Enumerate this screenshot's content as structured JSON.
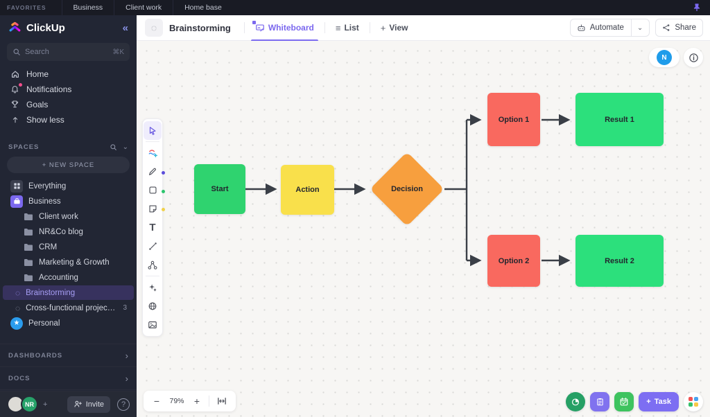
{
  "topbar": {
    "favorites_label": "FAVORITES",
    "items": [
      "Business",
      "Client work",
      "Home base"
    ]
  },
  "sidebar": {
    "brand": "ClickUp",
    "collapse_glyph": "«",
    "search_placeholder": "Search",
    "search_shortcut": "⌘K",
    "nav": [
      {
        "label": "Home",
        "icon": "home-icon"
      },
      {
        "label": "Notifications",
        "icon": "bell-icon",
        "has_badge": true
      },
      {
        "label": "Goals",
        "icon": "trophy-icon"
      },
      {
        "label": "Show less",
        "icon": "arrow-up-icon"
      }
    ],
    "spaces_header": "SPACES",
    "new_space_label": "+ NEW SPACE",
    "items": [
      {
        "label": "Everything",
        "icon": "grid-icon"
      },
      {
        "label": "Business",
        "icon": "briefcase-icon",
        "icon_bg": "#7b68ee"
      },
      {
        "label": "Client work",
        "icon": "folder-icon"
      },
      {
        "label": "NR&Co blog",
        "icon": "folder-icon"
      },
      {
        "label": "CRM",
        "icon": "folder-icon"
      },
      {
        "label": "Marketing & Growth",
        "icon": "folder-icon"
      },
      {
        "label": "Accounting",
        "icon": "folder-icon"
      },
      {
        "label": "Brainstorming",
        "icon": "whiteboard-doc-icon",
        "active": true
      },
      {
        "label": "Cross-functional project plan",
        "icon": "doc-icon",
        "count": "3"
      },
      {
        "label": "Personal",
        "icon": "star-icon",
        "icon_bg": "#2b9ced"
      }
    ],
    "sections": [
      {
        "label": "DASHBOARDS"
      },
      {
        "label": "DOCS"
      }
    ],
    "footer": {
      "avatar_initials": "NR",
      "invite_label": "Invite",
      "help_glyph": "?"
    }
  },
  "viewbar": {
    "title": "Brainstorming",
    "tabs": [
      {
        "label": "Whiteboard",
        "icon": "whiteboard-icon",
        "active": true
      },
      {
        "label": "List",
        "icon": "list-icon"
      },
      {
        "label": "View",
        "icon": "plus-icon"
      }
    ],
    "automate_label": "Automate",
    "share_label": "Share"
  },
  "toolbar": {
    "tools": [
      {
        "name": "select",
        "icon": "cursor-icon",
        "active": true
      },
      {
        "name": "templates",
        "icon": "templates-icon"
      },
      {
        "name": "pen",
        "icon": "pen-icon"
      },
      {
        "name": "shape",
        "icon": "square-icon"
      },
      {
        "name": "sticky-note",
        "icon": "sticky-note-icon"
      },
      {
        "name": "text",
        "icon": "text-icon",
        "glyph": "T"
      },
      {
        "name": "connector",
        "icon": "connector-icon"
      },
      {
        "name": "mind-map",
        "icon": "mind-map-icon"
      },
      {
        "name": "ai-tools",
        "icon": "wand-icon"
      },
      {
        "name": "embed",
        "icon": "globe-icon"
      },
      {
        "name": "image",
        "icon": "image-icon"
      }
    ],
    "dots": [
      "#5b4ddb",
      "#2cc56d",
      "#f0d14a"
    ]
  },
  "canvas": {
    "zoom_level": "79%",
    "presence_initial": "N",
    "task_plus_glyph": "+",
    "task_button_label": "Task",
    "quick_buttons": [
      {
        "icon": "timer-icon",
        "color": "#26a065"
      },
      {
        "icon": "clipboard-icon",
        "color": "#8072ef"
      },
      {
        "icon": "calendar-icon",
        "color": "#3ec35f"
      }
    ],
    "apps_dot_colors": [
      "#f25252",
      "#4aa3f0",
      "#35c06b",
      "#f7c948"
    ]
  },
  "flowchart": {
    "nodes": [
      {
        "id": "start",
        "label": "Start",
        "shape": "square",
        "color": "#2fd36f"
      },
      {
        "id": "action",
        "label": "Action",
        "shape": "square",
        "color": "#f9e04b"
      },
      {
        "id": "decision",
        "label": "Decision",
        "shape": "diamond",
        "color": "#f79f3e"
      },
      {
        "id": "option1",
        "label": "Option 1",
        "shape": "square",
        "color": "#f9695f"
      },
      {
        "id": "result1",
        "label": "Result 1",
        "shape": "rectangle",
        "color": "#2ce07c"
      },
      {
        "id": "option2",
        "label": "Option 2",
        "shape": "square",
        "color": "#f9695f"
      },
      {
        "id": "result2",
        "label": "Result 2",
        "shape": "rectangle",
        "color": "#2ce07c"
      }
    ],
    "edges": [
      {
        "from": "start",
        "to": "action"
      },
      {
        "from": "action",
        "to": "decision"
      },
      {
        "from": "decision",
        "to": "option1"
      },
      {
        "from": "decision",
        "to": "option2"
      },
      {
        "from": "option1",
        "to": "result1"
      },
      {
        "from": "option2",
        "to": "result2"
      }
    ],
    "arrow_color": "#3a3f47"
  }
}
